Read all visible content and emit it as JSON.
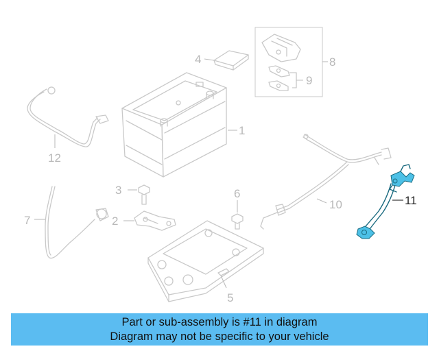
{
  "callouts": {
    "c1": "1",
    "c2": "2",
    "c3": "3",
    "c4": "4",
    "c5": "5",
    "c6": "6",
    "c7": "7",
    "c8": "8",
    "c9": "9",
    "c10": "10",
    "c11": "11",
    "c12": "12"
  },
  "highlighted_part": "11",
  "colors": {
    "banner": "#5bbcf1",
    "highlight": "#4cc0e6",
    "part_lines": "#c9c9c9"
  },
  "banner": {
    "line1": "Part or sub-assembly is #11 in diagram",
    "line2": "Diagram may not be specific to your vehicle"
  }
}
